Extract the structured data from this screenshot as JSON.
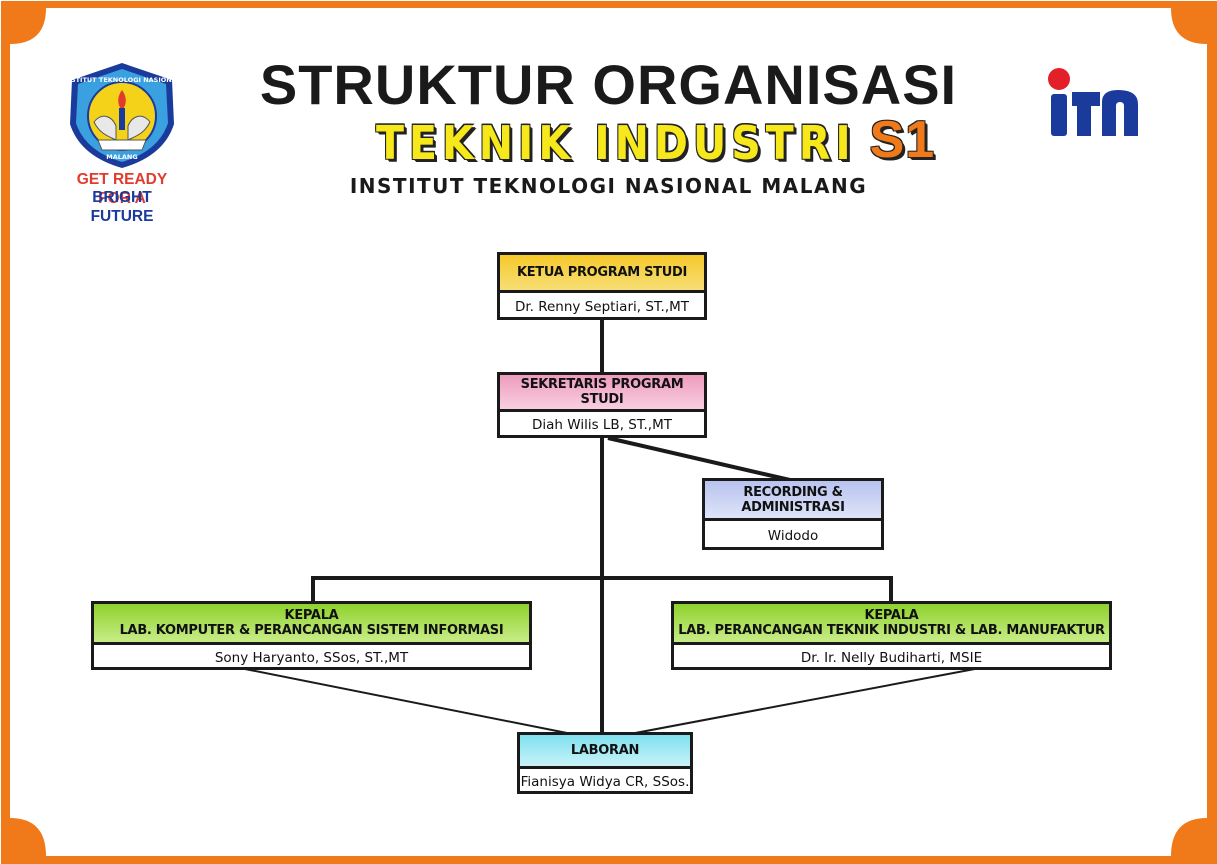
{
  "header": {
    "title": "STRUKTUR ORGANISASI",
    "subtitle": "TEKNIK INDUSTRI",
    "subtitle_suffix": "S1",
    "institution": "INSTITUT TEKNOLOGI NASIONAL MALANG"
  },
  "logo_left": {
    "seal_text_top": "INSTITUT TEKNOLOGI NASIONAL",
    "seal_text_bottom": "MALANG",
    "tagline_line1": "GET READY FOR A",
    "tagline_line2": "BRIGHT FUTURE"
  },
  "logo_right": {
    "text": "itn"
  },
  "colors": {
    "frame": "#f07a1a",
    "ketua_header": "#f6c92b",
    "sekretaris_header": "#ee9bbd",
    "recording_header": "#b8c3ef",
    "lab_header": "#8ed22c",
    "laboran_header": "#7fe0ef",
    "itn_red": "#e3202a",
    "itn_blue": "#1b3b9c"
  },
  "org": {
    "ketua": {
      "title": "KETUA PROGRAM STUDI",
      "name": "Dr. Renny Septiari, ST.,MT"
    },
    "sekretaris": {
      "title": "SEKRETARIS PROGRAM STUDI",
      "name": "Diah Wilis LB, ST.,MT"
    },
    "recording": {
      "title": "RECORDING & ADMINISTRASI",
      "name": "Widodo"
    },
    "lab_komputer": {
      "title_line1": "KEPALA",
      "title_line2": "LAB. KOMPUTER & PERANCANGAN SISTEM INFORMASI",
      "name": "Sony Haryanto, SSos, ST.,MT"
    },
    "lab_perancangan": {
      "title_line1": "KEPALA",
      "title_line2": "LAB. PERANCANGAN TEKNIK INDUSTRI & LAB. MANUFAKTUR",
      "name": "Dr. Ir. Nelly Budiharti, MSIE"
    },
    "laboran": {
      "title": "LABORAN",
      "name": "Fianisya Widya CR, SSos."
    }
  }
}
